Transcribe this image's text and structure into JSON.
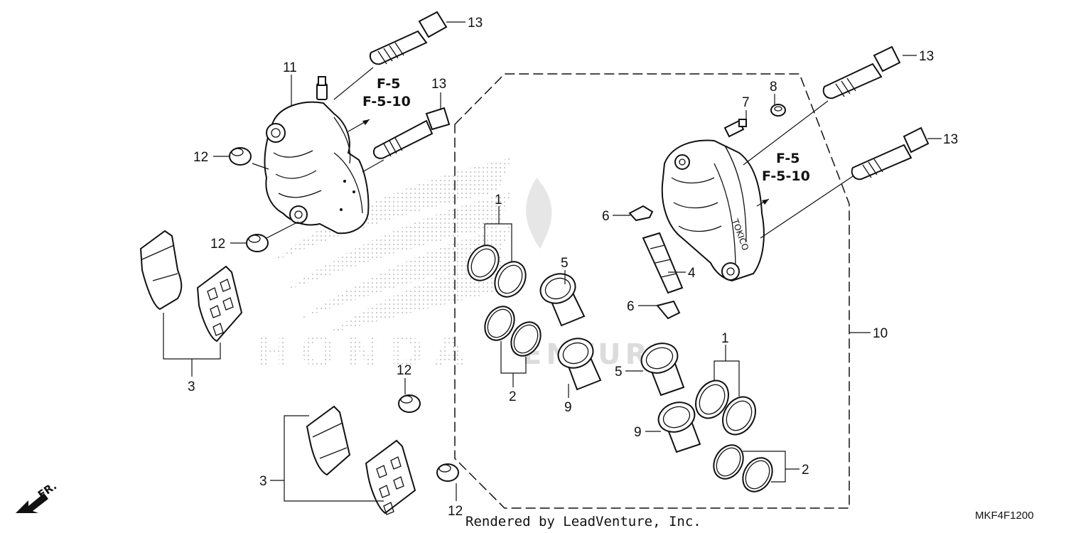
{
  "callouts": {
    "c1a": "1",
    "c1b": "1",
    "c2a": "2",
    "c2b": "2",
    "c3a": "3",
    "c3b": "3",
    "c4": "4",
    "c5a": "5",
    "c5b": "5",
    "c6a": "6",
    "c6b": "6",
    "c7": "7",
    "c8": "8",
    "c9a": "9",
    "c9b": "9",
    "c10": "10",
    "c11": "11",
    "c12a": "12",
    "c12b": "12",
    "c12c": "12",
    "c12d": "12",
    "c13a": "13",
    "c13b": "13",
    "c13c": "13",
    "c13d": "13"
  },
  "references": {
    "left_ref1": "F-5",
    "left_ref2": "F-5-10",
    "right_ref1": "F-5",
    "right_ref2": "F-5-10"
  },
  "direction_label": "FR.",
  "footer": "Rendered by LeadVenture, Inc.",
  "diagram_code": "MKF4F1200",
  "watermark": {
    "text": "HONDA",
    "tail": "ENTURE"
  }
}
